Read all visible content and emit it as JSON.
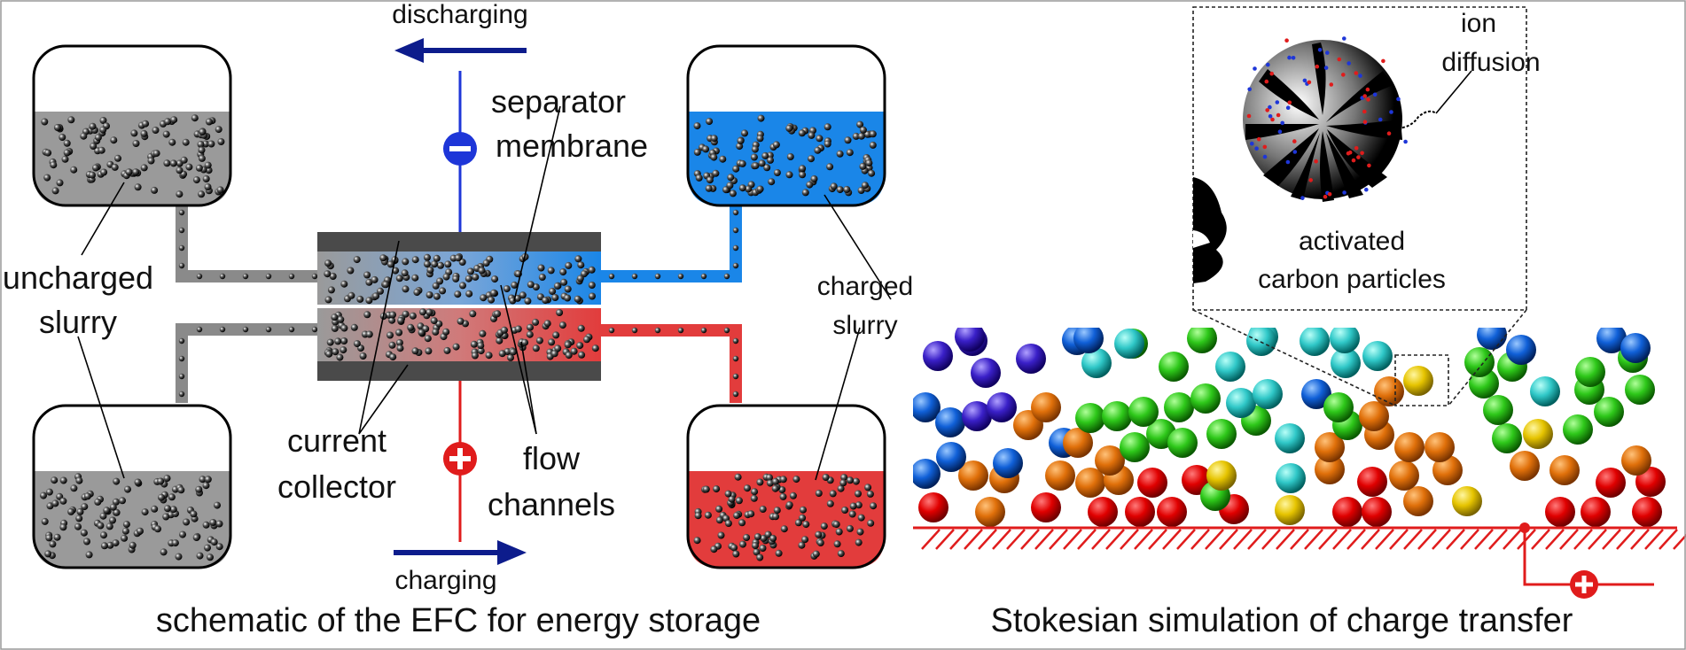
{
  "schematic": {
    "labels": {
      "discharging": "discharging",
      "charging": "charging",
      "separator_line1": "separator",
      "separator_line2": "membrane",
      "uncharged_line1": "uncharged",
      "uncharged_line2": "slurry",
      "charged_line1": "charged",
      "charged_line2": "slurry",
      "collector_line1": "current",
      "collector_line2": "collector",
      "flow_line1": "flow",
      "flow_line2": "channels"
    },
    "caption": "schematic of the EFC for energy storage"
  },
  "simulation": {
    "inset_labels": {
      "ion_line1": "ion",
      "ion_line2": "diffusion",
      "carbon_line1": "activated",
      "carbon_line2": "carbon particles"
    },
    "caption": "Stokesian simulation of charge transfer"
  },
  "colors": {
    "uncharged": "#9a9a9a",
    "charged_negative": "#1a86e8",
    "charged_positive": "#e23c3c",
    "discharge_arrow": "#0d1c8c",
    "negative_terminal": "#1e36d8",
    "positive_terminal": "#e01c1c",
    "frame": "#4a4a4a"
  },
  "icons": {
    "negative_terminal": "minus-circle-icon",
    "positive_terminal": "plus-circle-icon"
  }
}
